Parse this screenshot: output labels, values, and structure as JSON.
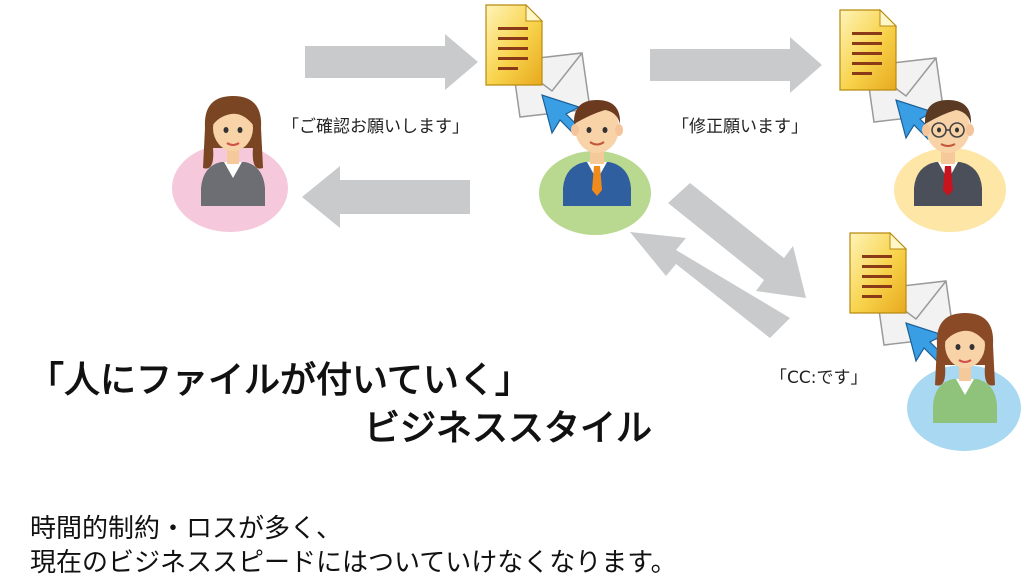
{
  "captions": {
    "confirm_request": "「ご確認お願いします」",
    "revision_request": "「修正願います」",
    "cc_note": "「CC:です」"
  },
  "headline": {
    "line1": "「人にファイルが付いていく」",
    "line2": "ビジネススタイル"
  },
  "body": {
    "line1": "時間的制約・ロスが多く、",
    "line2": "現在のビジネススピードにはついていけなくなります。"
  },
  "colors": {
    "arrow": "#c8cacc",
    "woman_left_circle": "#f6c8dc",
    "man_center_circle": "#b8d98f",
    "man_right_circle": "#fde6a6",
    "woman_right_circle": "#a9d8f3",
    "document": "#f4c531",
    "cursor": "#2e8fd6"
  },
  "icons": [
    "document-icon",
    "envelope-icon",
    "cursor-icon",
    "person-icon"
  ]
}
